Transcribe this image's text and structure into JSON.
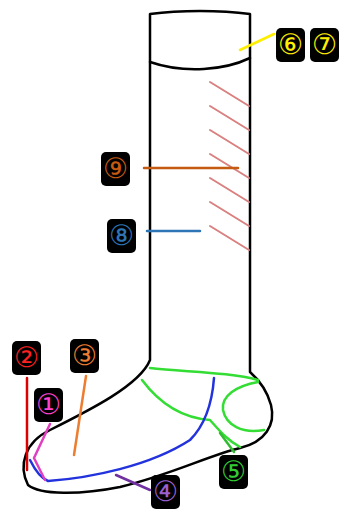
{
  "diagram": {
    "labels": [
      "⑥",
      "⑦",
      "⑨",
      "⑧",
      "②",
      "③",
      "①",
      "⑤",
      "④"
    ]
  }
}
